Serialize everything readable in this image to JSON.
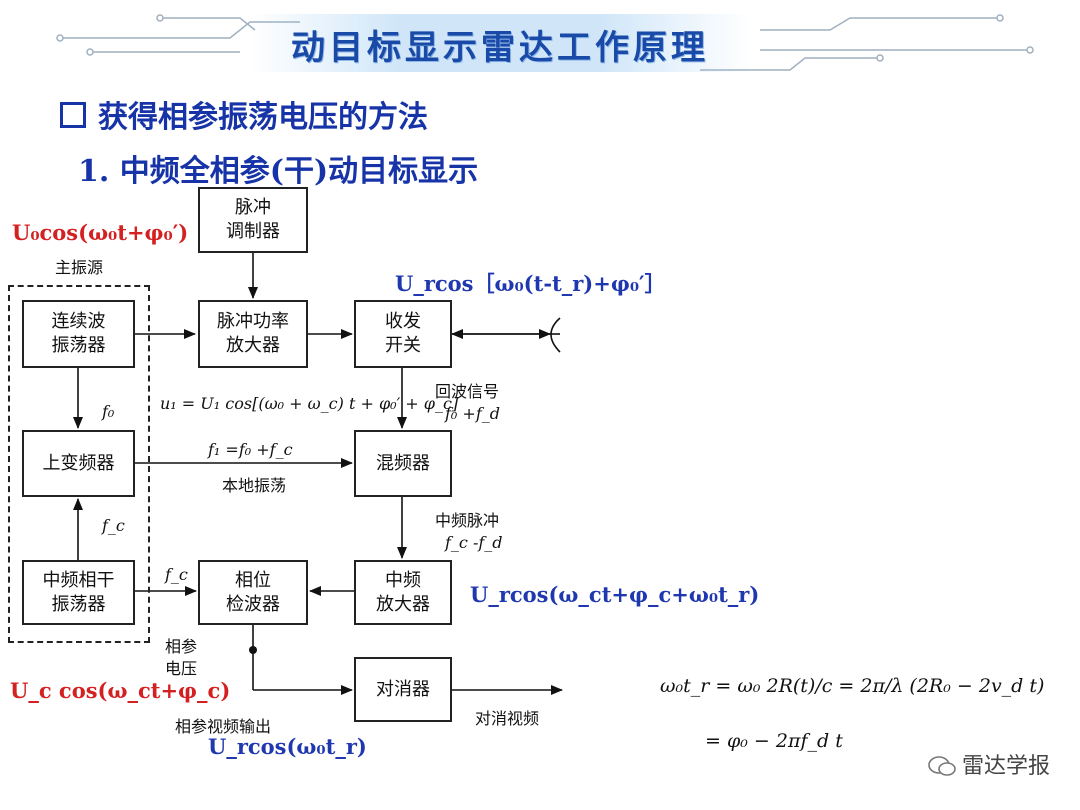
{
  "banner": {
    "title": "动目标显示雷达工作原理"
  },
  "heading": "获得相参振荡电压的方法",
  "subheading": "1. 中频全相参(干)动目标显示",
  "blocks": {
    "modulator": "脉冲\n调制器",
    "cw_osc": "连续波\n振荡器",
    "pulse_amp": "脉冲功率\n放大器",
    "duplexer": "收发\n开关",
    "upconverter": "上变频器",
    "mixer": "混频器",
    "if_osc": "中频相干\n振荡器",
    "phase_det": "相位\n检波器",
    "if_amp": "中频\n放大器",
    "canceller": "对消器"
  },
  "labels": {
    "master_osc": "主振源",
    "echo": "回波信号",
    "local_osc": "本地振荡",
    "if_pulse": "中频脉冲",
    "coherent_voltage": "相参\n电压",
    "coherent_video_out": "相参视频输出",
    "cancel_video": "对消视频",
    "f0": "f₀",
    "fc": "f_c",
    "fc2": "f_c",
    "f1_eq": "f₁ =f₀ +f_c",
    "echo_freq": "f₀ +f_d",
    "if_freq": "f_c -f_d",
    "u1_eq": "u₁ = U₁ cos[(ω₀ + ω_c) t + φ₀′ + φ_c]"
  },
  "signals": {
    "u0": "U₀cos(ω₀t+φ₀′)",
    "ur_echo": "U_rcos［ω₀(t-t_r)+φ₀′］",
    "ur_if": "U_rcos(ω_ct+φ_c+ω₀t_r)",
    "uc": "U_c cos(ω_ct+φ_c)",
    "ur_video": "U_rcos(ω₀t_r)"
  },
  "equation": {
    "line1": "ω₀t_r = ω₀ 2R(t)/c = 2π/λ (2R₀ − 2v_d t)",
    "line2": "= φ₀ − 2πf_d t"
  },
  "watermark": "雷达学报",
  "colors": {
    "title_blue": "#1733a8",
    "signal_red": "#d42020",
    "signal_blue": "#1f38b0"
  }
}
